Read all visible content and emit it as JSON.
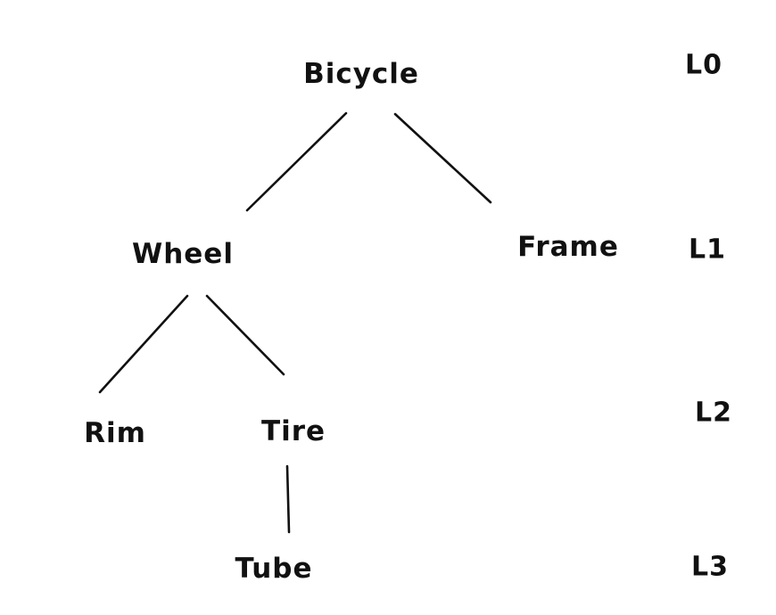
{
  "diagram": {
    "type": "tree",
    "root": "Bicycle",
    "nodes": [
      {
        "id": "bicycle",
        "label": "Bicycle",
        "level": 0
      },
      {
        "id": "wheel",
        "label": "Wheel",
        "level": 1
      },
      {
        "id": "frame",
        "label": "Frame",
        "level": 1
      },
      {
        "id": "rim",
        "label": "Rim",
        "level": 2
      },
      {
        "id": "tire",
        "label": "Tire",
        "level": 2
      },
      {
        "id": "tube",
        "label": "Tube",
        "level": 3
      }
    ],
    "edges": [
      {
        "from": "Bicycle",
        "to": "Wheel"
      },
      {
        "from": "Bicycle",
        "to": "Frame"
      },
      {
        "from": "Wheel",
        "to": "Rim"
      },
      {
        "from": "Wheel",
        "to": "Tire"
      },
      {
        "from": "Tire",
        "to": "Tube"
      }
    ],
    "level_labels": [
      {
        "label": "L0"
      },
      {
        "label": "L1"
      },
      {
        "label": "L2"
      },
      {
        "label": "L3"
      }
    ],
    "colors": {
      "ink": "#111111",
      "background": "#ffffff"
    }
  }
}
